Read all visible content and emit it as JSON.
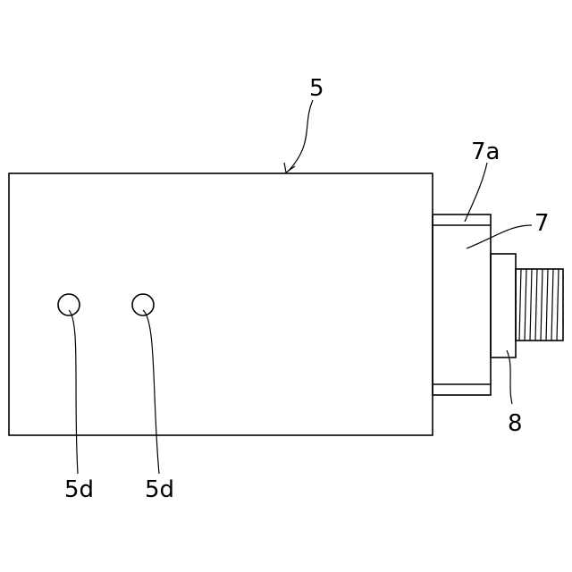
{
  "figure": {
    "labels": {
      "body": "5",
      "flange": "7a",
      "holder": "7",
      "nut": "8",
      "hole_left": "5d",
      "hole_right": "5d"
    },
    "colors": {
      "ink": "#000000",
      "paper": "#ffffff"
    }
  }
}
